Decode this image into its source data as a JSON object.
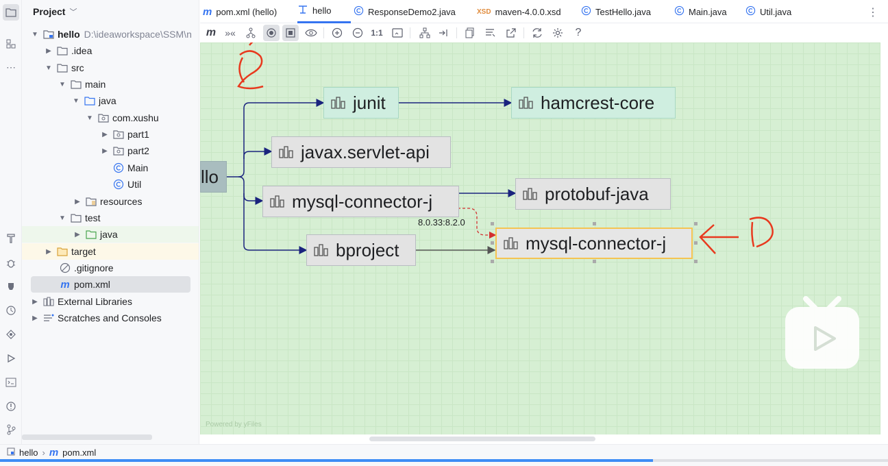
{
  "project_panel": {
    "title": "Project",
    "tree": [
      {
        "label": "hello",
        "path": "D:\\ideaworkspace\\SSM\\n"
      },
      {
        "label": ".idea"
      },
      {
        "label": "src"
      },
      {
        "label": "main"
      },
      {
        "label": "java"
      },
      {
        "label": "com.xushu"
      },
      {
        "label": "part1"
      },
      {
        "label": "part2"
      },
      {
        "label": "Main"
      },
      {
        "label": "Util"
      },
      {
        "label": "resources"
      },
      {
        "label": "test"
      },
      {
        "label": "java"
      },
      {
        "label": "target"
      },
      {
        "label": ".gitignore"
      },
      {
        "label": "pom.xml"
      },
      {
        "label": "External Libraries"
      },
      {
        "label": "Scratches and Consoles"
      }
    ]
  },
  "tabs": [
    {
      "label": "pom.xml (hello)",
      "icon": "maven-icon"
    },
    {
      "label": "hello",
      "icon": "diagram-icon",
      "active": true
    },
    {
      "label": "ResponseDemo2.java",
      "icon": "class-icon"
    },
    {
      "label": "maven-4.0.0.xsd",
      "icon": "xsd-icon",
      "prefix": "XSD"
    },
    {
      "label": "TestHello.java",
      "icon": "class-icon"
    },
    {
      "label": "Main.java",
      "icon": "class-icon"
    },
    {
      "label": "Util.java",
      "icon": "class-icon"
    }
  ],
  "toolbar": {
    "actual_size_label": "1:1",
    "help_label": "?"
  },
  "diagram": {
    "root": "llo",
    "nodes": [
      "junit",
      "hamcrest-core",
      "javax.servlet-api",
      "mysql-connector-j",
      "protobuf-java",
      "bproject",
      "mysql-connector-j"
    ],
    "version_label": "8.0.33:8.2.0",
    "watermark": "Powered by yFiles"
  },
  "status_bar": {
    "breadcrumbs": [
      "hello",
      "pom.xml"
    ]
  },
  "colors": {
    "canvas": "#d6efd3",
    "accent": "#3574f0",
    "edge": "#1a237e",
    "annotation": "#e8391e",
    "selected_border": "#f5c451"
  }
}
